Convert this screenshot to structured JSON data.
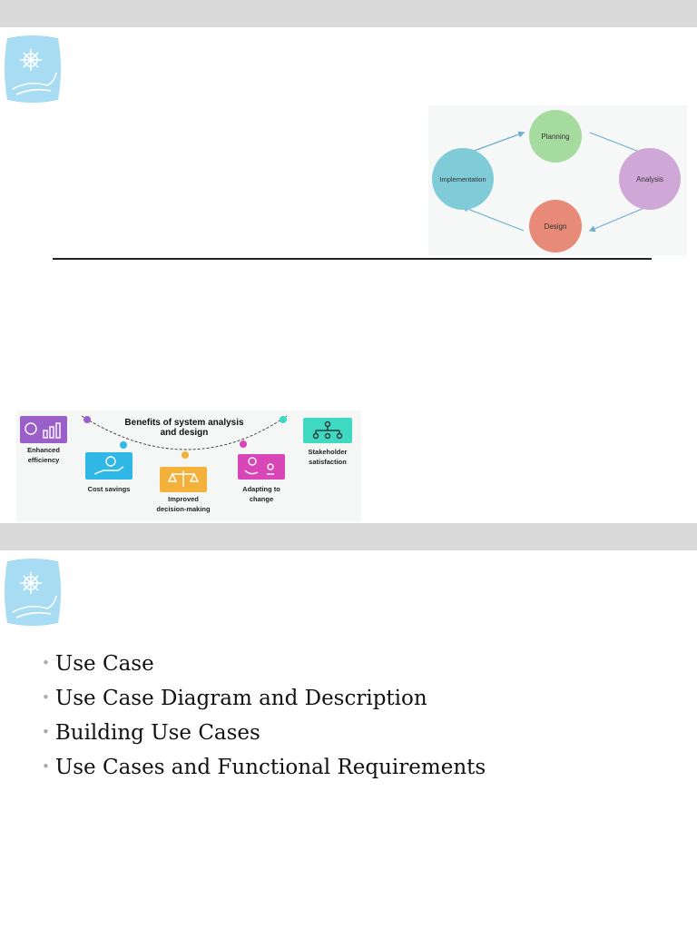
{
  "slide1": {
    "cycle_diagram": {
      "nodes": [
        {
          "label": "Planning",
          "color": "#a6dba0"
        },
        {
          "label": "Analysis",
          "color": "#d0a8d8"
        },
        {
          "label": "Design",
          "color": "#e88a78"
        },
        {
          "label": "Implementation",
          "color": "#7fcbd8"
        }
      ],
      "arrow_color": "#6aaed0"
    },
    "benefits_infographic": {
      "title_line1": "Benefits of system analysis",
      "title_line2": "and design",
      "items": [
        {
          "line1": "Enhanced",
          "line2": "efficiency",
          "color": "#9b5fc9"
        },
        {
          "line1": "Cost savings",
          "line2": "",
          "color": "#2fb8e6"
        },
        {
          "line1": "Improved",
          "line2": "decision-making",
          "color": "#f3b13a"
        },
        {
          "line1": "Adapting to",
          "line2": "change",
          "color": "#d946b8"
        },
        {
          "line1": "Stakeholder",
          "line2": "satisfaction",
          "color": "#3fd8c0"
        }
      ]
    }
  },
  "slide2": {
    "bullets": [
      "Use Case",
      "Use Case Diagram and Description",
      "Building Use Cases",
      "Use Cases and Functional Requirements"
    ]
  },
  "colors": {
    "header_bar": "#d9d9d9",
    "logo_blue": "#a8dcf2"
  }
}
